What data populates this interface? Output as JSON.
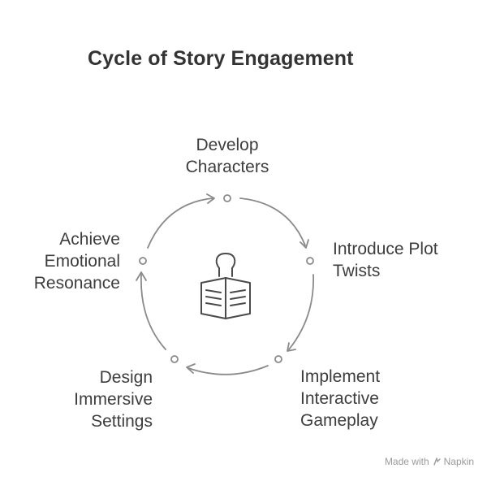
{
  "title": "Cycle of Story Engagement",
  "steps": [
    {
      "label": "Develop\nCharacters"
    },
    {
      "label": "Introduce Plot\nTwists"
    },
    {
      "label": "Implement\nInteractive\nGameplay"
    },
    {
      "label": "Design\nImmersive\nSettings"
    },
    {
      "label": "Achieve\nEmotional\nResonance"
    }
  ],
  "center_icon": "reader-book-icon",
  "watermark": {
    "made_with": "Made with",
    "brand": "Napkin"
  },
  "colors": {
    "title": "#333333",
    "text": "#3d3d3d",
    "stroke": "#8a8a8a",
    "icon": "#4a4a4a",
    "watermark": "#9a9a9a"
  }
}
